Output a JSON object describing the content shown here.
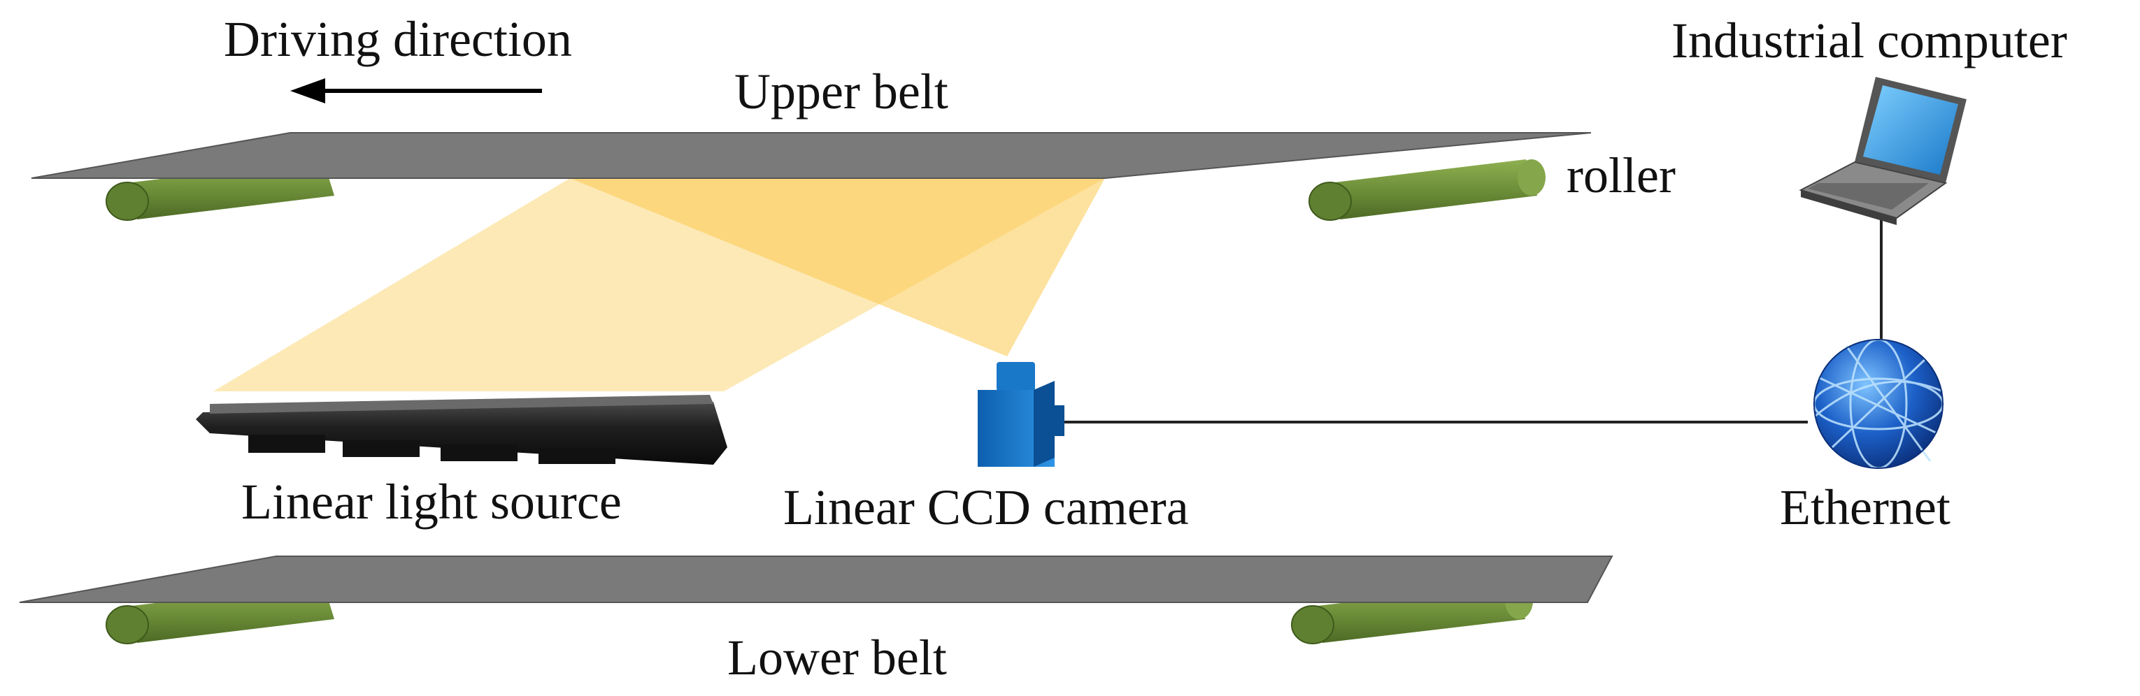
{
  "labels": {
    "driving_direction": "Driving direction",
    "upper_belt": "Upper belt",
    "roller": "roller",
    "industrial_computer": "Industrial computer",
    "linear_light_source": "Linear light source",
    "linear_ccd_camera": "Linear CCD camera",
    "ethernet": "Ethernet",
    "lower_belt": "Lower belt"
  },
  "icons": {
    "direction": "left-arrow",
    "computer": "laptop-icon",
    "camera": "camera-icon",
    "network": "globe-icon",
    "light": "light-bar-icon"
  },
  "colors": {
    "belt": "#7a7a7a",
    "roller": "#6e8f3a",
    "light_beam": "#fbd77a",
    "camera": "#1a78c8",
    "network": "#1c60c8",
    "laptop_screen": "#2f9be6",
    "text": "#111111"
  }
}
